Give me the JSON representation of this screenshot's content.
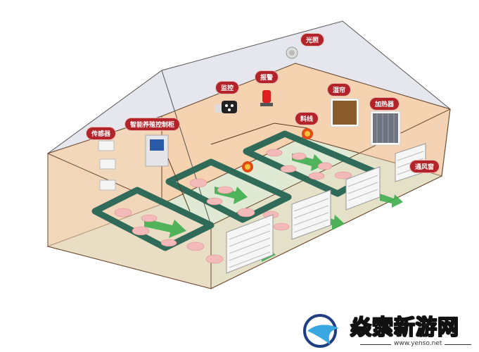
{
  "labels": {
    "lighting": "光照",
    "alarm": "报警",
    "monitoring": "监控",
    "wet_curtain": "湿帘",
    "heater": "加热器",
    "feed_line": "料线",
    "sensor": "传感器",
    "control_cabinet": "智能养殖控制柜",
    "vent_window": "通风窗"
  },
  "watermark": {
    "title": "焱索新游网",
    "url": "www.yenso.net"
  },
  "colors": {
    "label_bg": "#b3242a",
    "wall": "#f5d3b1",
    "floor": "#dfe9d3",
    "pen": "#2f6b58",
    "arrow": "#3fae4f"
  }
}
